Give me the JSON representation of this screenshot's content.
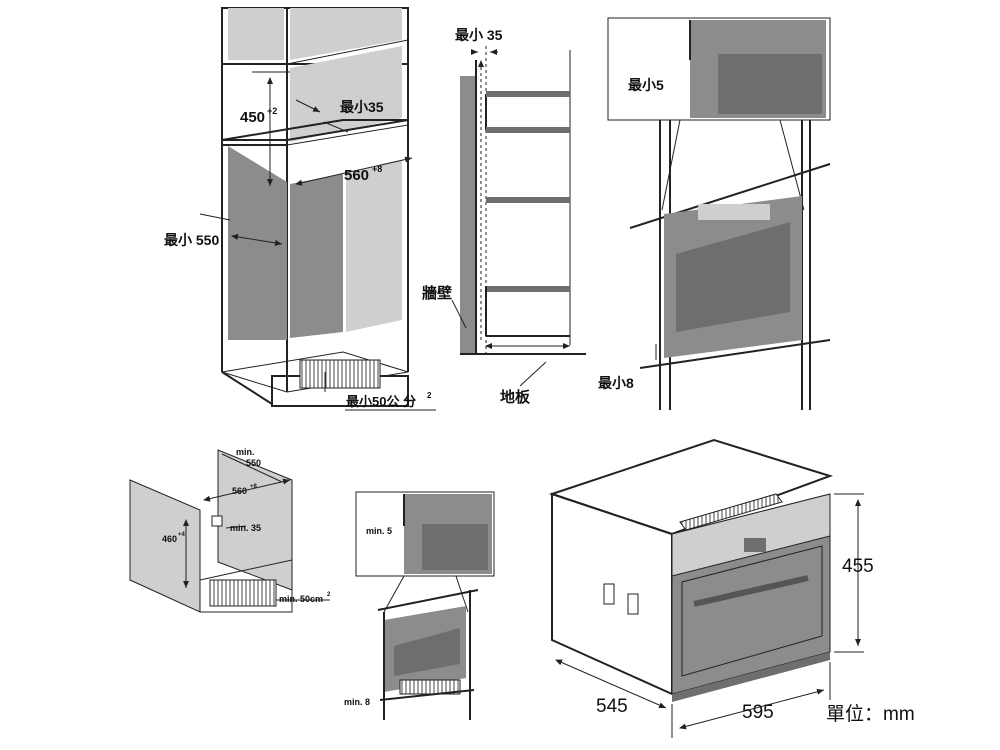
{
  "top_left": {
    "niche_height": "450",
    "niche_height_tol": "+2",
    "min_depth": "最小35",
    "niche_width": "560",
    "niche_width_tol": "+8",
    "min_550": "最小 550",
    "vent_area": "最小50公 分",
    "vent_sup": "2"
  },
  "top_mid": {
    "min_35": "最小 35",
    "wall": "牆壁",
    "floor": "地板"
  },
  "top_right": {
    "min_5": "最小5",
    "min_8": "最小8"
  },
  "bottom_left": {
    "min_550_a": "min.",
    "min_550_b": "550",
    "width": "560",
    "width_tol": "+8",
    "height": "460",
    "height_tol": "+4",
    "min_35": "min. 35",
    "vent_area": "min. 50cm",
    "vent_sup": "2"
  },
  "bottom_mid": {
    "min_5": "min. 5",
    "min_8": "min. 8"
  },
  "bottom_right": {
    "height": "455",
    "depth": "545",
    "width": "595",
    "unit": "單位：mm"
  }
}
